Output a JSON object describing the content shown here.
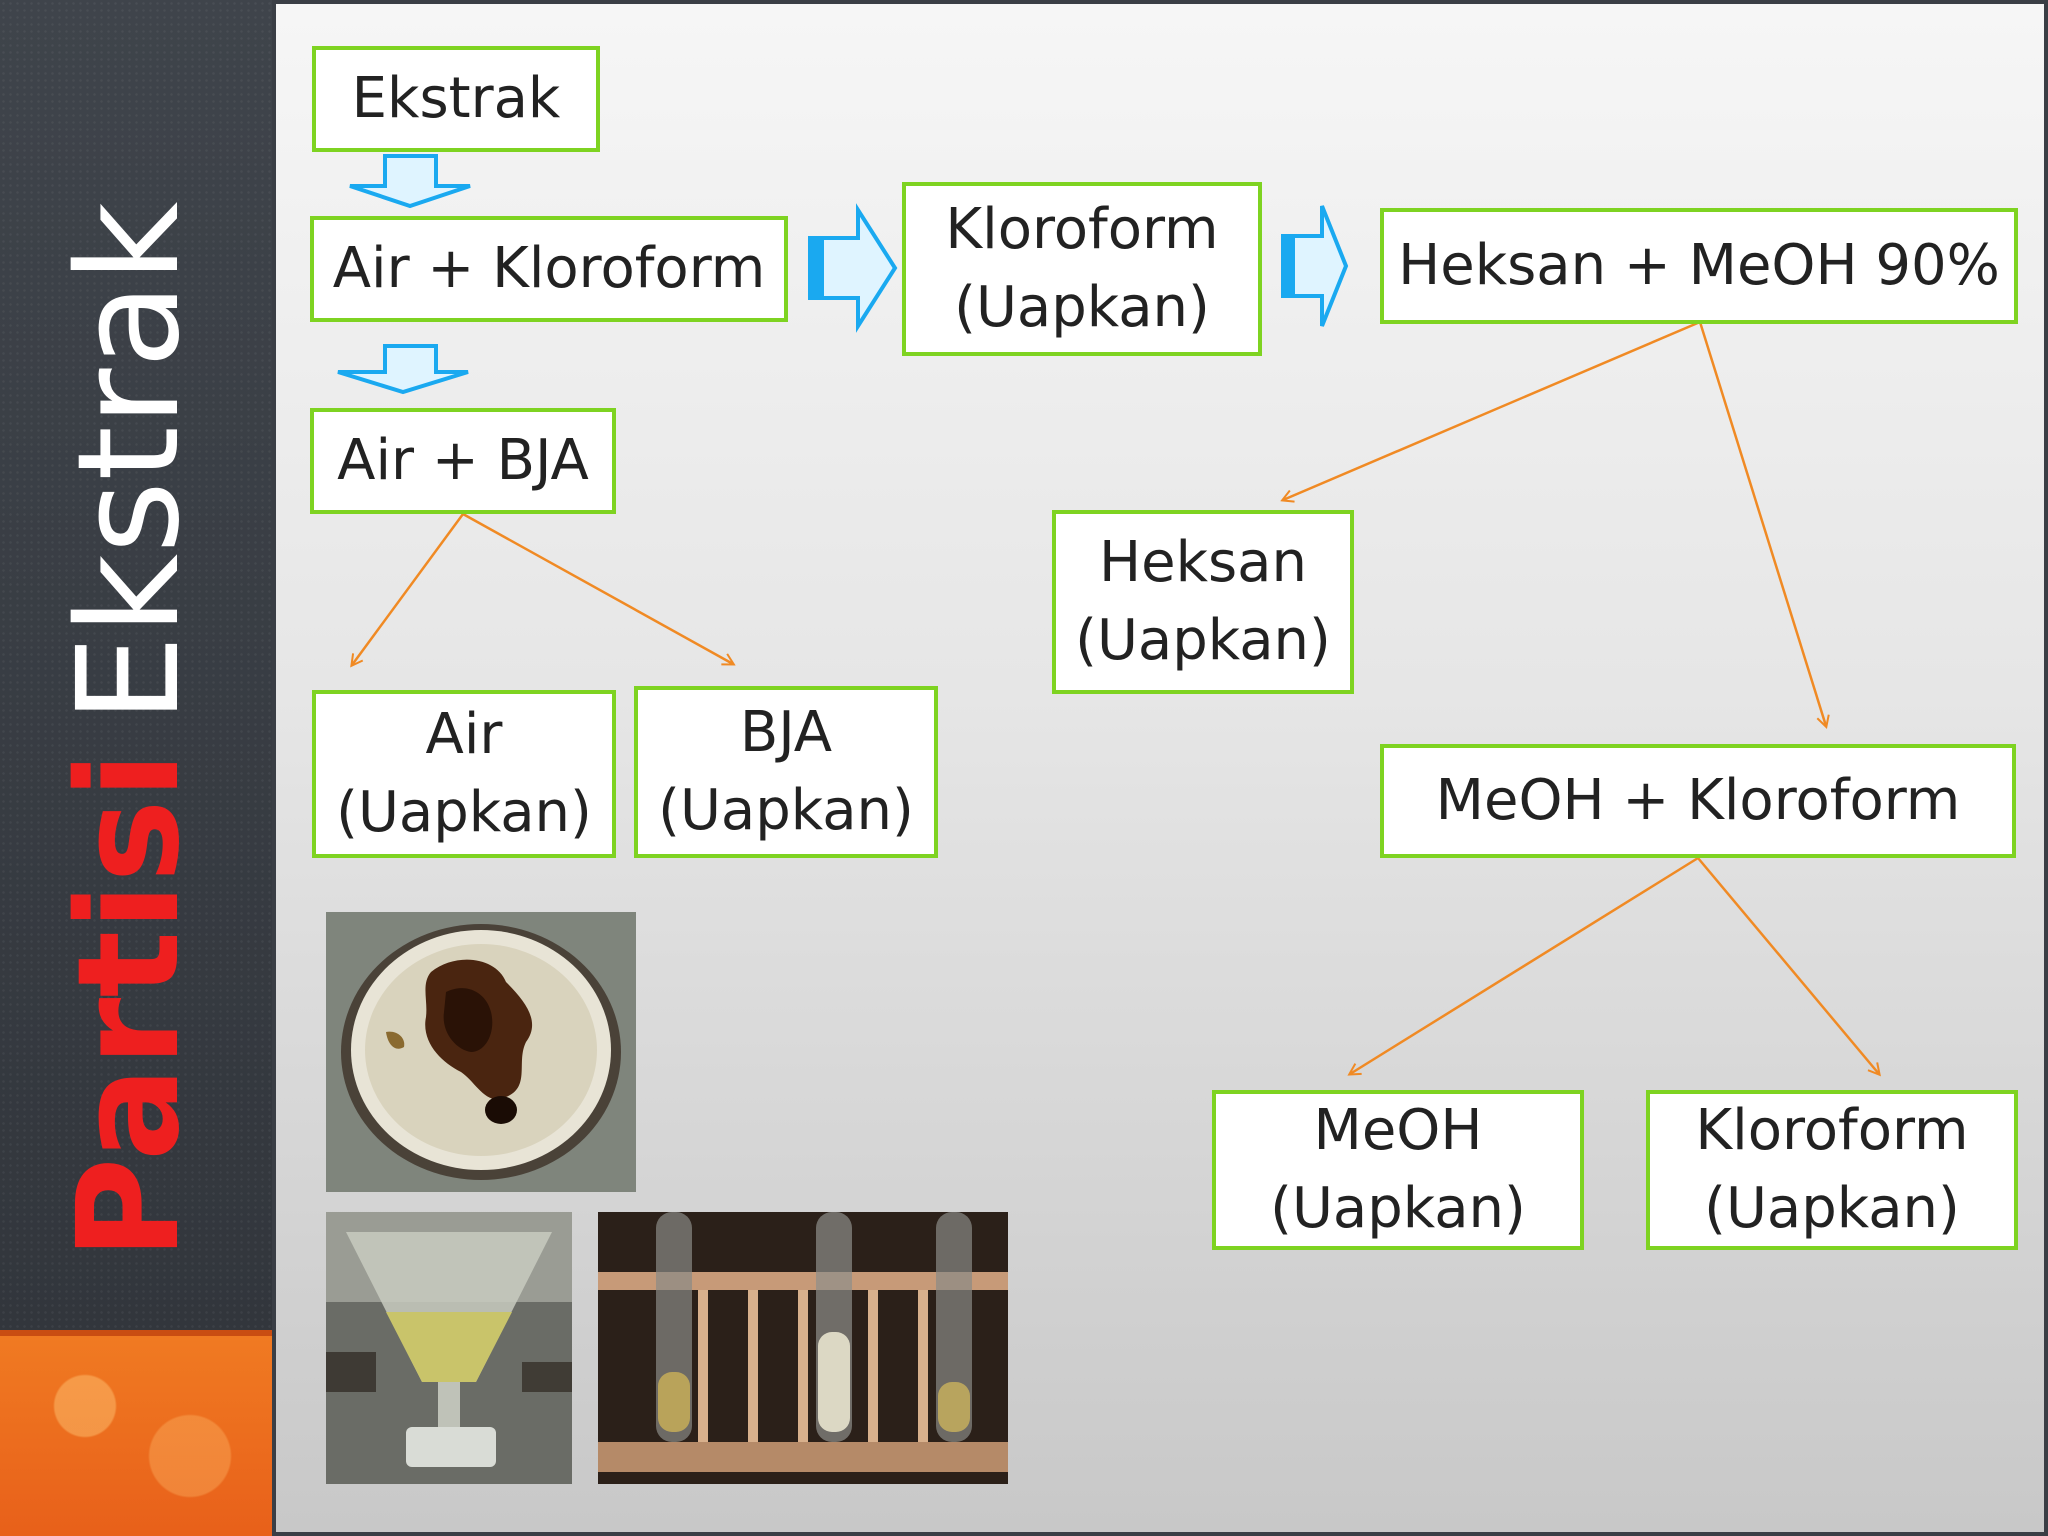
{
  "slide": {
    "title_part1": "Partisi",
    "title_part2": "Ekstrak",
    "colors": {
      "title_accent": "#ee1f1f",
      "box_border": "#7ed321",
      "flow_arrow": "#1aa9f0",
      "branch_arrow": "#f08a24"
    }
  },
  "flow": {
    "ekstrak": "Ekstrak",
    "air_kloroform": "Air + Kloroform",
    "kloroform_uapkan": [
      "Kloroform",
      "(Uapkan)"
    ],
    "heksan_meoh": "Heksan + MeOH 90%",
    "air_bja": "Air + BJA",
    "air_uapkan": [
      "Air",
      "(Uapkan)"
    ],
    "bja_uapkan": [
      "BJA",
      "(Uapkan)"
    ],
    "heksan_uapkan": [
      "Heksan",
      "(Uapkan)"
    ],
    "meoh_kloroform": "MeOH + Kloroform",
    "meoh_uapkan": [
      "MeOH",
      "(Uapkan)"
    ],
    "kloroform2_uapkan": [
      "Kloroform",
      "(Uapkan)"
    ]
  }
}
